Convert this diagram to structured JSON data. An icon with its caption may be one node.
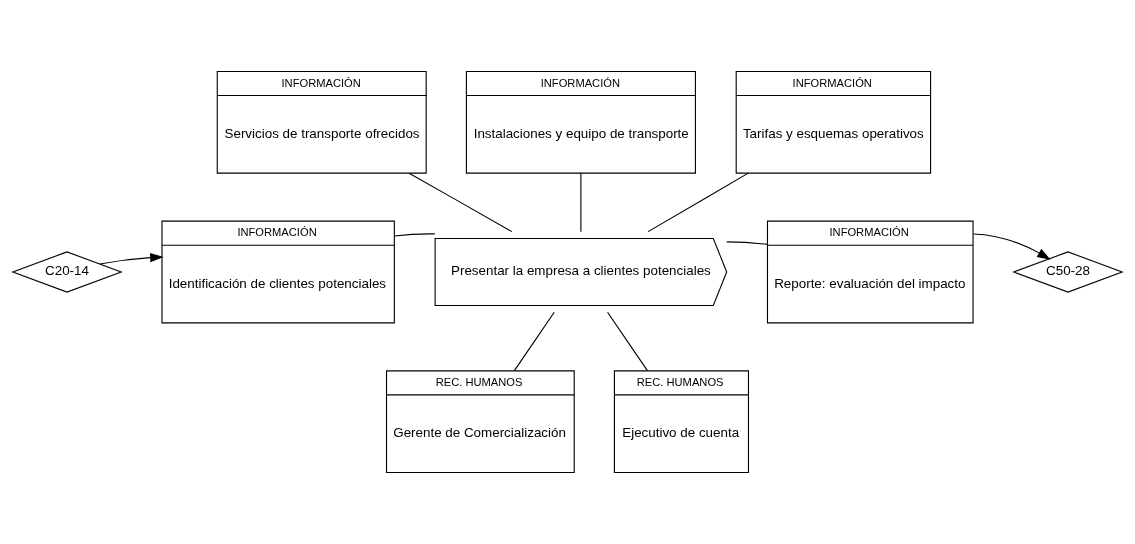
{
  "diagram": {
    "nodes": [
      {
        "text": [
          "INFORMACIÓN",
          "Servicios de transporte ofrecidos"
        ]
      },
      {
        "text": [
          "INFORMACIÓN",
          "Instalaciones y equipo de transporte"
        ]
      },
      {
        "text": [
          "INFORMACIÓN",
          "Tarifas y esquemas operativos"
        ]
      },
      {
        "text": [
          "C20-14"
        ]
      },
      {
        "text": [
          "INFORMACIÓN",
          "Identificación de clientes potenciales"
        ]
      },
      {
        "text": [
          "Presentar la empresa a clientes potenciales"
        ]
      },
      {
        "text": [
          "INFORMACIÓN",
          "Reporte: evaluación del impacto"
        ]
      },
      {
        "text": [
          "C50-28"
        ]
      },
      {
        "text": [
          "REC. HUMANOS",
          "Gerente de Comercialización"
        ]
      },
      {
        "text": [
          "REC. HUMANOS",
          "Ejecutivo de cuenta"
        ]
      }
    ],
    "edges": [
      {
        "from": 0,
        "to": 5,
        "arrow": "none"
      },
      {
        "from": 1,
        "to": 5,
        "arrow": "none"
      },
      {
        "from": 2,
        "to": 5,
        "arrow": "none"
      },
      {
        "from": 3,
        "to": 4,
        "arrow": "to"
      },
      {
        "from": 4,
        "to": 5,
        "arrow": "none"
      },
      {
        "from": 5,
        "to": 6,
        "arrow": "none"
      },
      {
        "from": 6,
        "to": 7,
        "arrow": "to"
      },
      {
        "from": 5,
        "to": 8,
        "arrow": "none"
      },
      {
        "from": 5,
        "to": 9,
        "arrow": "none"
      }
    ]
  }
}
